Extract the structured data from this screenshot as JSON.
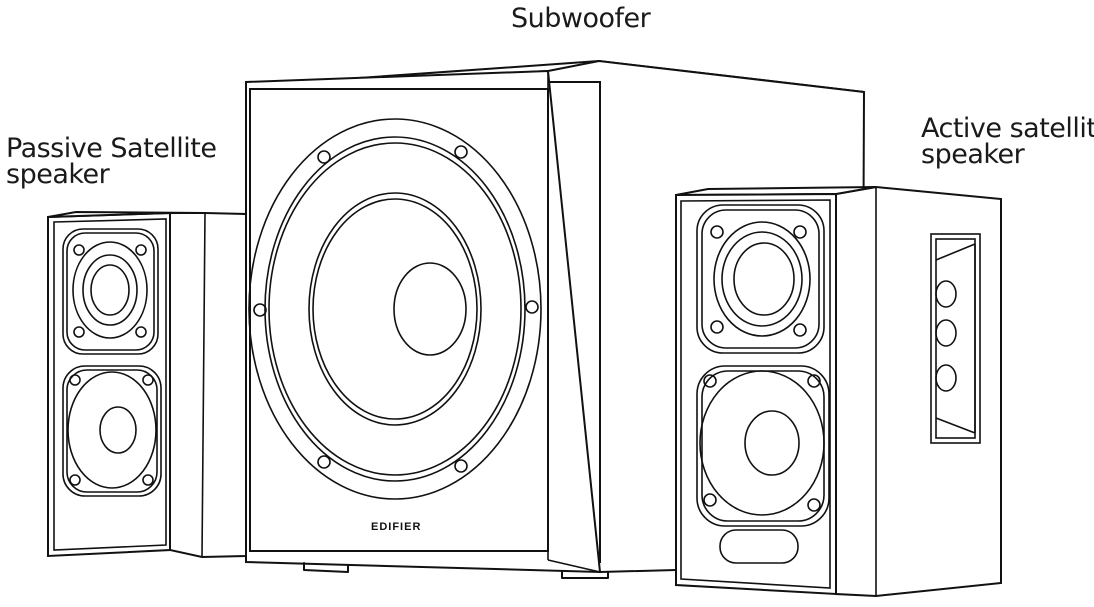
{
  "labels": {
    "subwoofer": "Subwoofer",
    "passive_line1": "Passive Satellite",
    "passive_line2": "speaker",
    "active_line1": "Active satellite",
    "active_line2": "speaker"
  },
  "brand_logo": "EDIFIER"
}
